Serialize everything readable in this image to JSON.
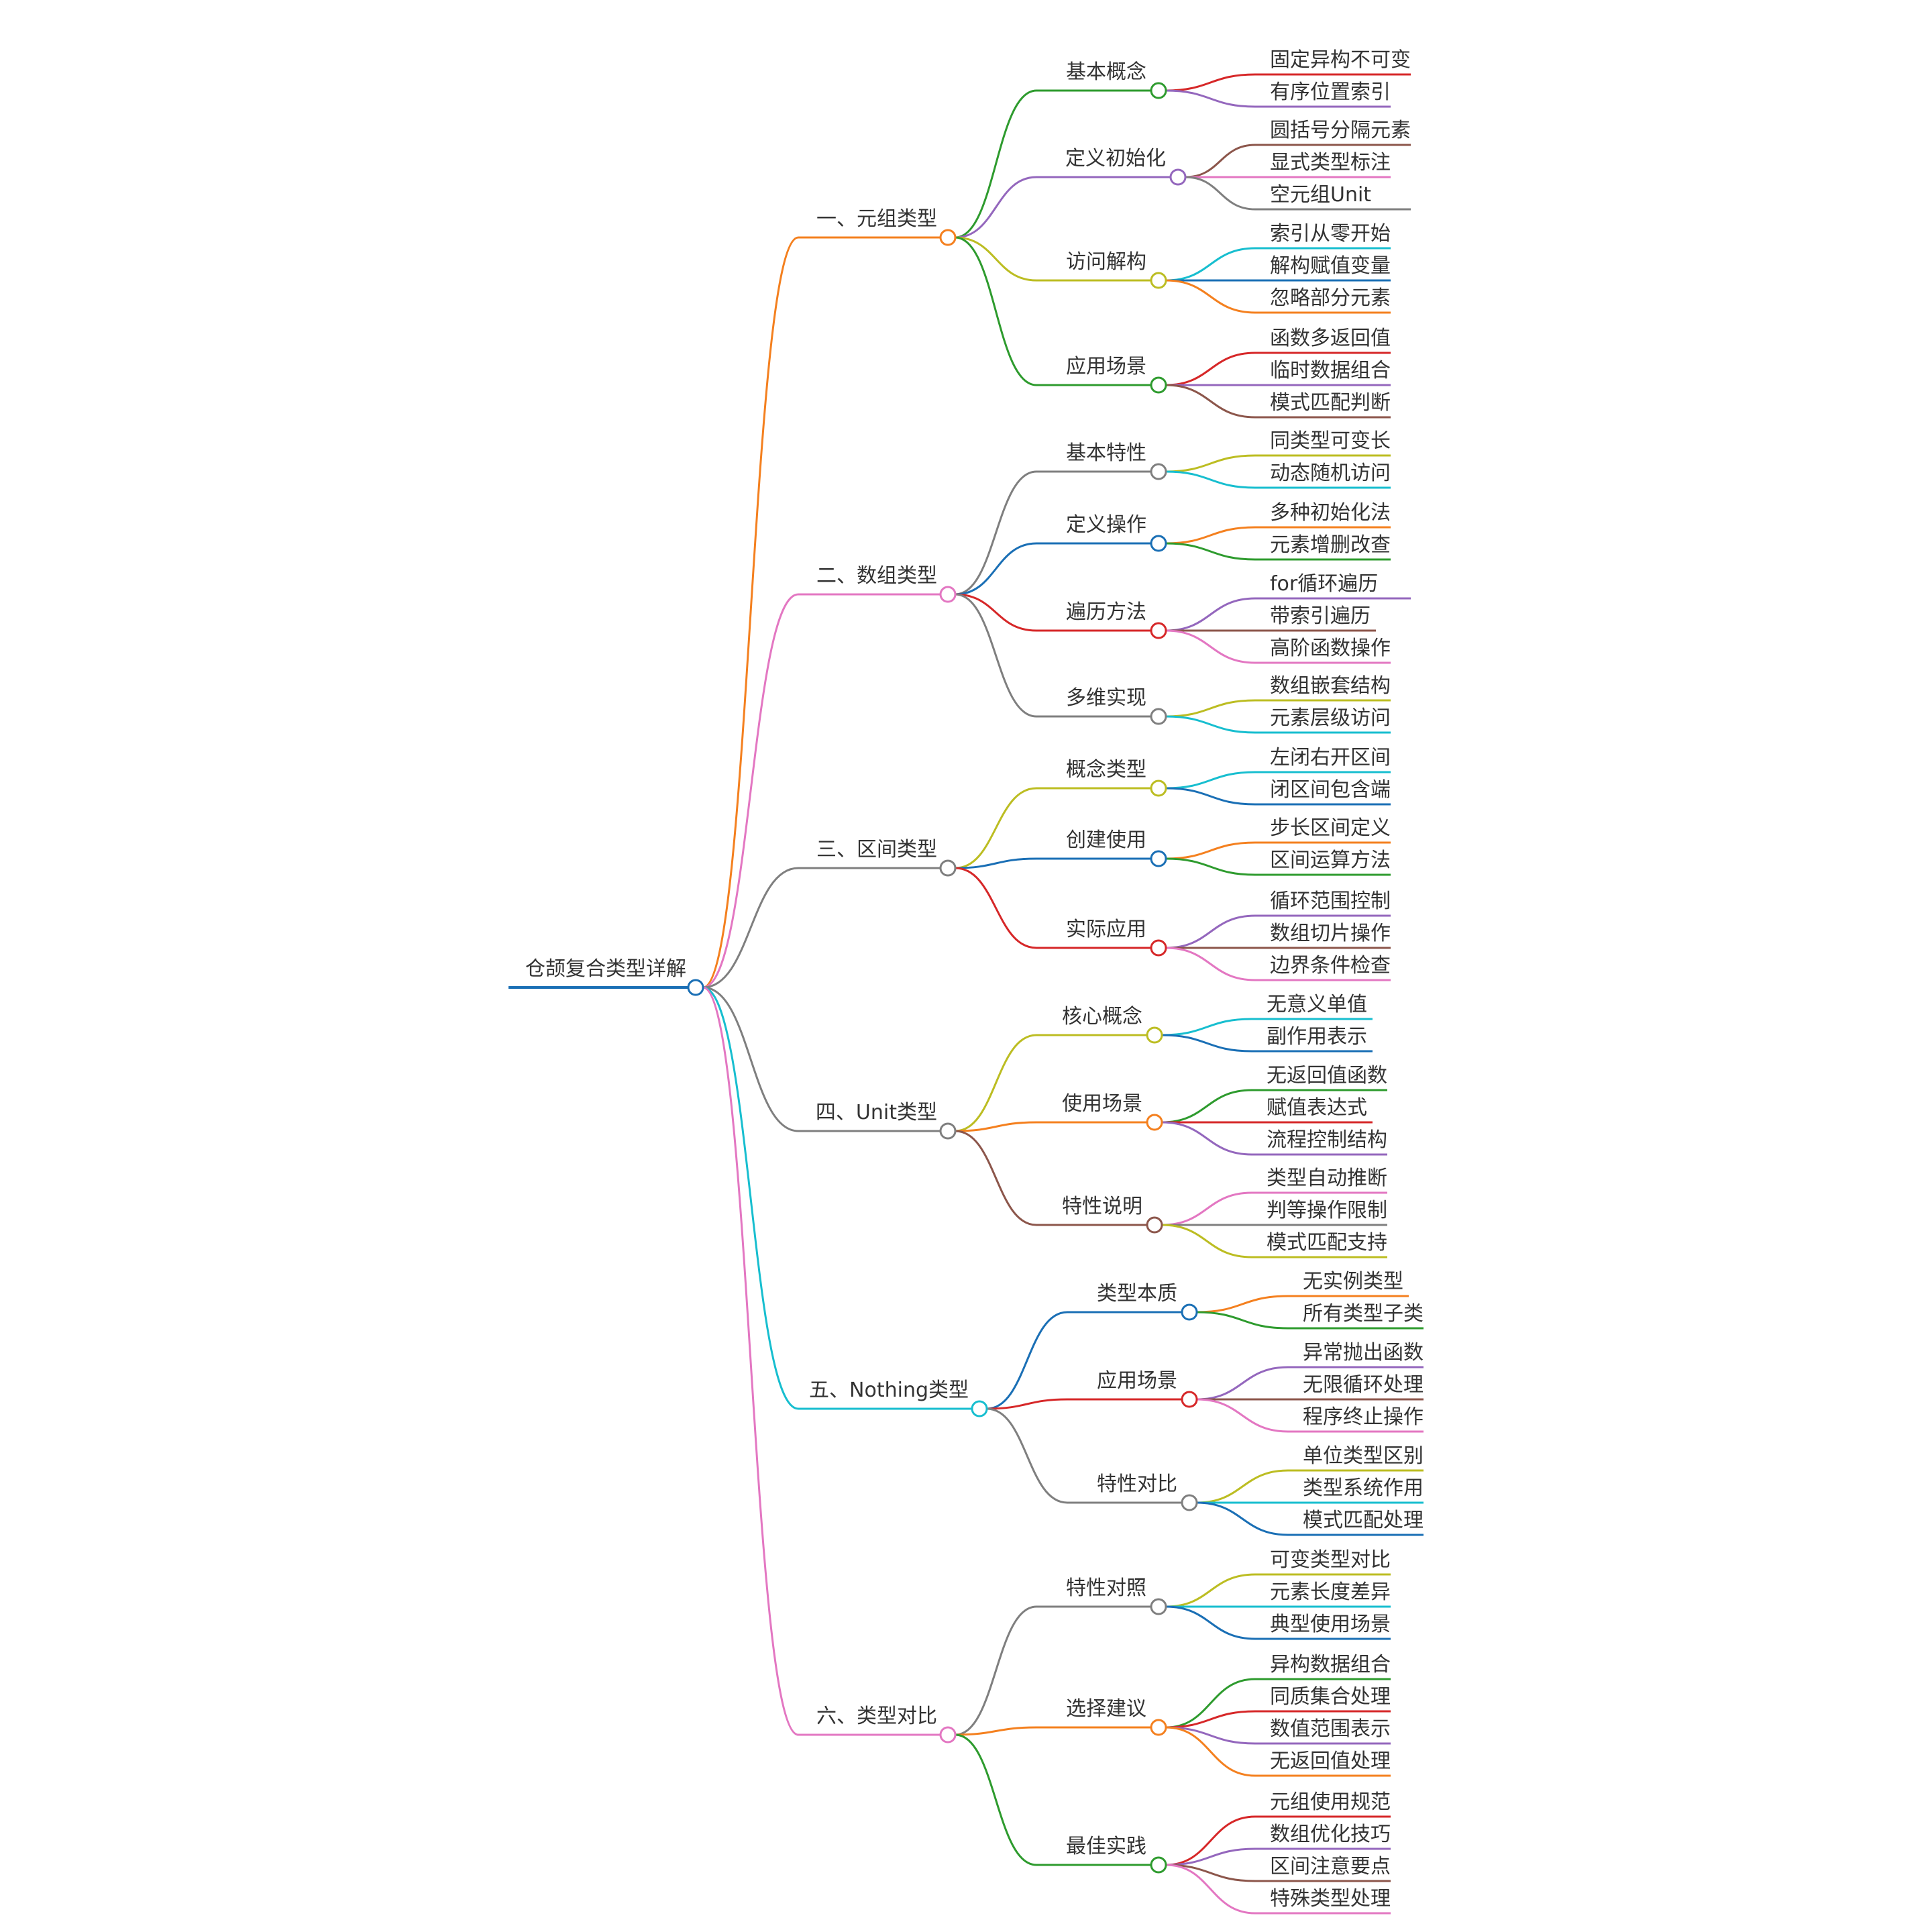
{
  "root": {
    "label": "仓颉复合类型详解",
    "color": "#1a6fb5"
  },
  "branches": [
    {
      "label": "一、元组类型",
      "color": "#f4801f",
      "children": [
        {
          "label": "基本概念",
          "color": "#2e9b2e",
          "leaves": [
            {
              "label": "固定异构不可变",
              "color": "#d62728"
            },
            {
              "label": "有序位置索引",
              "color": "#9467bd"
            }
          ]
        },
        {
          "label": "定义初始化",
          "color": "#9467bd",
          "leaves": [
            {
              "label": "圆括号分隔元素",
              "color": "#8c564b"
            },
            {
              "label": "显式类型标注",
              "color": "#e377c2"
            },
            {
              "label": "空元组Unit",
              "color": "#7f7f7f"
            }
          ]
        },
        {
          "label": "访问解构",
          "color": "#bcbd22",
          "leaves": [
            {
              "label": "索引从零开始",
              "color": "#17becf"
            },
            {
              "label": "解构赋值变量",
              "color": "#1a6fb5"
            },
            {
              "label": "忽略部分元素",
              "color": "#f4801f"
            }
          ]
        },
        {
          "label": "应用场景",
          "color": "#2e9b2e",
          "leaves": [
            {
              "label": "函数多返回值",
              "color": "#d62728"
            },
            {
              "label": "临时数据组合",
              "color": "#9467bd"
            },
            {
              "label": "模式匹配判断",
              "color": "#8c564b"
            }
          ]
        }
      ]
    },
    {
      "label": "二、数组类型",
      "color": "#e377c2",
      "children": [
        {
          "label": "基本特性",
          "color": "#7f7f7f",
          "leaves": [
            {
              "label": "同类型可变长",
              "color": "#bcbd22"
            },
            {
              "label": "动态随机访问",
              "color": "#17becf"
            }
          ]
        },
        {
          "label": "定义操作",
          "color": "#1a6fb5",
          "leaves": [
            {
              "label": "多种初始化法",
              "color": "#f4801f"
            },
            {
              "label": "元素增删改查",
              "color": "#2e9b2e"
            }
          ]
        },
        {
          "label": "遍历方法",
          "color": "#d62728",
          "leaves": [
            {
              "label": "for循环遍历",
              "color": "#9467bd"
            },
            {
              "label": "带索引遍历",
              "color": "#8c564b"
            },
            {
              "label": "高阶函数操作",
              "color": "#e377c2"
            }
          ]
        },
        {
          "label": "多维实现",
          "color": "#7f7f7f",
          "leaves": [
            {
              "label": "数组嵌套结构",
              "color": "#bcbd22"
            },
            {
              "label": "元素层级访问",
              "color": "#17becf"
            }
          ]
        }
      ]
    },
    {
      "label": "三、区间类型",
      "color": "#7f7f7f",
      "children": [
        {
          "label": "概念类型",
          "color": "#bcbd22",
          "leaves": [
            {
              "label": "左闭右开区间",
              "color": "#17becf"
            },
            {
              "label": "闭区间包含端",
              "color": "#1a6fb5"
            }
          ]
        },
        {
          "label": "创建使用",
          "color": "#1a6fb5",
          "leaves": [
            {
              "label": "步长区间定义",
              "color": "#f4801f"
            },
            {
              "label": "区间运算方法",
              "color": "#2e9b2e"
            }
          ]
        },
        {
          "label": "实际应用",
          "color": "#d62728",
          "leaves": [
            {
              "label": "循环范围控制",
              "color": "#9467bd"
            },
            {
              "label": "数组切片操作",
              "color": "#8c564b"
            },
            {
              "label": "边界条件检查",
              "color": "#e377c2"
            }
          ]
        }
      ]
    },
    {
      "label": "四、Unit类型",
      "color": "#7f7f7f",
      "children": [
        {
          "label": "核心概念",
          "color": "#bcbd22",
          "leaves": [
            {
              "label": "无意义单值",
              "color": "#17becf"
            },
            {
              "label": "副作用表示",
              "color": "#1a6fb5"
            }
          ]
        },
        {
          "label": "使用场景",
          "color": "#f4801f",
          "leaves": [
            {
              "label": "无返回值函数",
              "color": "#2e9b2e"
            },
            {
              "label": "赋值表达式",
              "color": "#d62728"
            },
            {
              "label": "流程控制结构",
              "color": "#9467bd"
            }
          ]
        },
        {
          "label": "特性说明",
          "color": "#8c564b",
          "leaves": [
            {
              "label": "类型自动推断",
              "color": "#e377c2"
            },
            {
              "label": "判等操作限制",
              "color": "#7f7f7f"
            },
            {
              "label": "模式匹配支持",
              "color": "#bcbd22"
            }
          ]
        }
      ]
    },
    {
      "label": "五、Nothing类型",
      "color": "#17becf",
      "children": [
        {
          "label": "类型本质",
          "color": "#1a6fb5",
          "leaves": [
            {
              "label": "无实例类型",
              "color": "#f4801f"
            },
            {
              "label": "所有类型子类",
              "color": "#2e9b2e"
            }
          ]
        },
        {
          "label": "应用场景",
          "color": "#d62728",
          "leaves": [
            {
              "label": "异常抛出函数",
              "color": "#9467bd"
            },
            {
              "label": "无限循环处理",
              "color": "#8c564b"
            },
            {
              "label": "程序终止操作",
              "color": "#e377c2"
            }
          ]
        },
        {
          "label": "特性对比",
          "color": "#7f7f7f",
          "leaves": [
            {
              "label": "单位类型区别",
              "color": "#bcbd22"
            },
            {
              "label": "类型系统作用",
              "color": "#17becf"
            },
            {
              "label": "模式匹配处理",
              "color": "#1a6fb5"
            }
          ]
        }
      ]
    },
    {
      "label": "六、类型对比",
      "color": "#e377c2",
      "children": [
        {
          "label": "特性对照",
          "color": "#7f7f7f",
          "leaves": [
            {
              "label": "可变类型对比",
              "color": "#bcbd22"
            },
            {
              "label": "元素长度差异",
              "color": "#17becf"
            },
            {
              "label": "典型使用场景",
              "color": "#1a6fb5"
            }
          ]
        },
        {
          "label": "选择建议",
          "color": "#f4801f",
          "leaves": [
            {
              "label": "异构数据组合",
              "color": "#2e9b2e"
            },
            {
              "label": "同质集合处理",
              "color": "#d62728"
            },
            {
              "label": "数值范围表示",
              "color": "#9467bd"
            },
            {
              "label": "无返回值处理",
              "color": "#f4801f"
            }
          ]
        },
        {
          "label": "最佳实践",
          "color": "#2e9b2e",
          "leaves": [
            {
              "label": "元组使用规范",
              "color": "#d62728"
            },
            {
              "label": "数组优化技巧",
              "color": "#9467bd"
            },
            {
              "label": "区间注意要点",
              "color": "#8c564b"
            },
            {
              "label": "特殊类型处理",
              "color": "#e377c2"
            }
          ]
        }
      ]
    }
  ]
}
